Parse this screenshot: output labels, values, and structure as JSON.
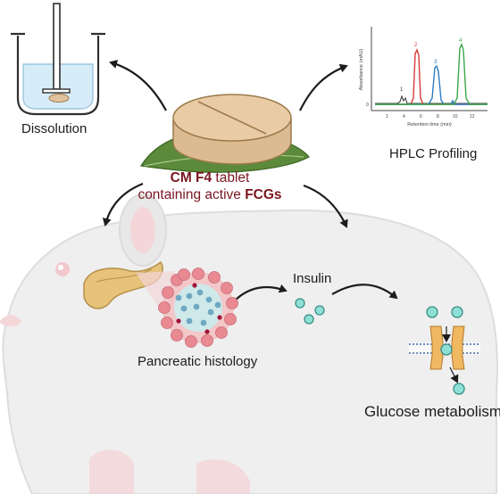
{
  "labels": {
    "dissolution": "Dissolution",
    "hplc_profiling": "HPLC Profiling",
    "tablet_line1_bold": "CM F4",
    "tablet_line1_rest": " tablet",
    "tablet_line2_rest": "containing active ",
    "tablet_line2_bold": "FCGs",
    "insulin": "Insulin",
    "pancreatic_histology": "Pancreatic histology",
    "glucose_metabolism": "Glucose metabolism"
  },
  "hplc": {
    "ylabel": "Absorbance (mAU)",
    "xlabel": "Retention time (min)",
    "y_ticks": [
      "0"
    ],
    "x_ticks": [
      "2",
      "4",
      "6",
      "8",
      "10",
      "12"
    ],
    "peak_labels": [
      "1",
      "2",
      "3",
      "4"
    ],
    "series_colors": [
      "#3a3a3a",
      "#d93a3a",
      "#2e7cc4",
      "#3aa84a"
    ]
  },
  "colors": {
    "caption": "#7a1620",
    "mouse_body": "#efefef",
    "mouse_outline": "#dddddd",
    "pancreas": "#e6c27a",
    "tablet": "#e2c29c",
    "leaf": "#5b8a3a",
    "cell_pink": "#e98a93",
    "molecule": "#8ee0d6",
    "channel": "#f0b860"
  }
}
